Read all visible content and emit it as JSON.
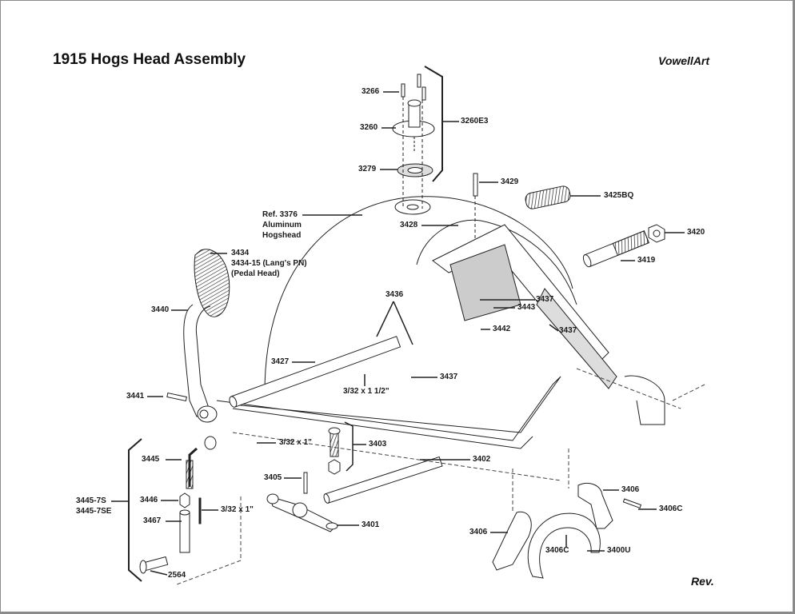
{
  "title": "1915 Hogs Head Assembly",
  "brand": "VowellArt",
  "revision_label": "Rev.",
  "parts": {
    "p3266": "3266",
    "p3260": "3260",
    "p3260E3": "3260E3",
    "p3279": "3279",
    "p3429": "3429",
    "p3425BQ": "3425BQ",
    "p3428": "3428",
    "p3420": "3420",
    "p3419": "3419",
    "hogshead": [
      "Ref. 3376",
      "Aluminum",
      "Hogshead"
    ],
    "pedal_head": [
      "3434",
      "3434-15 (Lang's PN)",
      "(Pedal Head)"
    ],
    "p3436": "3436",
    "p3437a": "3437",
    "p3443": "3443",
    "p3442": "3442",
    "p3437b": "3437",
    "p3440": "3440",
    "p3427": "3427",
    "p3437c": "3437",
    "pin_1_5": "3/32 x 1 1/2\"",
    "p3441": "3441",
    "pin_1a": "3/32 x 1\"",
    "p3403": "3403",
    "p3445": "3445",
    "p3402": "3402",
    "p3405": "3405",
    "group_3445": [
      "3445-7S",
      "3445-7SE"
    ],
    "p3446": "3446",
    "pin_1b": "3/32 x 1\"",
    "p3467": "3467",
    "p3401": "3401",
    "p3406a": "3406",
    "p3406C_a": "3406C",
    "p3406b": "3406",
    "p3406C_b": "3406C",
    "p3400U": "3400U",
    "p2564": "2564"
  }
}
